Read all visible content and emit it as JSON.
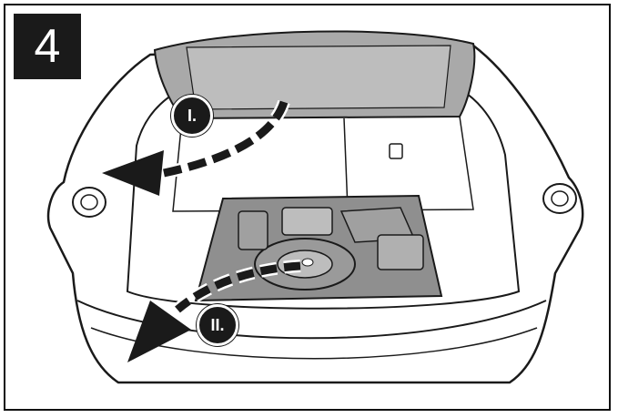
{
  "step": {
    "number": "4"
  },
  "callouts": [
    {
      "label": "I."
    },
    {
      "label": "II."
    }
  ],
  "colors": {
    "ink": "#1a1a1a",
    "panel_gray": "#a9a9a9",
    "floor_gray": "#8f8f8f",
    "paper": "#ffffff"
  },
  "icons": [
    "arrow-curved-dashed-icon",
    "spare-wheel-icon",
    "tool-kit-icon"
  ]
}
